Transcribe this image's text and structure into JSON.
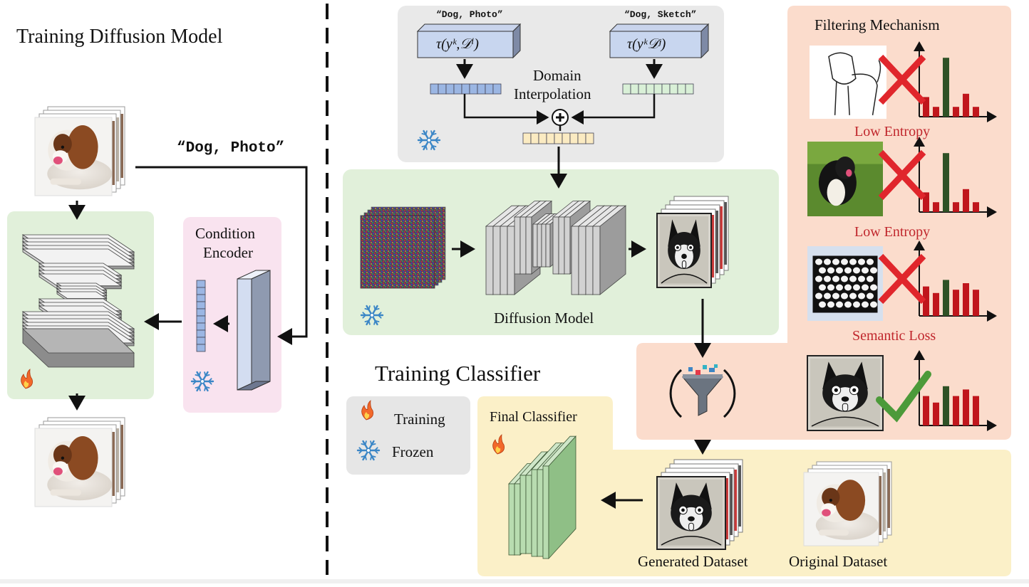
{
  "left": {
    "title": "Training Diffusion Model",
    "prompt": "“Dog, Photo”",
    "encoder_label_line1": "Condition",
    "encoder_label_line2": "Encoder"
  },
  "interp": {
    "prompt_a": "“Dog, Photo”",
    "prompt_b": "“Dog, Sketch”",
    "formula_a": "τ(yᵏ,𝒟ⁱ)",
    "formula_b": "τ(yᵏ𝒟ʲ)",
    "label_line1": "Domain",
    "label_line2": "Interpolation"
  },
  "diffusion": {
    "label": "Diffusion Model"
  },
  "filtering": {
    "title": "Filtering Mechanism",
    "rows": [
      {
        "caption": "Low Entropy",
        "accepted": false,
        "bars": [
          0.3,
          0.15,
          0.9,
          0.15,
          0.35,
          0.15
        ],
        "highlight": 2
      },
      {
        "caption": "Low Entropy",
        "accepted": false,
        "bars": [
          0.3,
          0.15,
          0.9,
          0.15,
          0.35,
          0.15
        ],
        "highlight": 2
      },
      {
        "caption": "Semantic Loss",
        "accepted": false,
        "bars": [
          0.45,
          0.35,
          0.55,
          0.4,
          0.5,
          0.4
        ],
        "highlight": 2
      },
      {
        "caption": "",
        "accepted": true,
        "bars": [
          0.45,
          0.35,
          0.6,
          0.45,
          0.55,
          0.45
        ],
        "highlight": 2
      }
    ]
  },
  "classifier": {
    "title": "Training Classifier",
    "final_label": "Final Classifier",
    "generated_label": "Generated Dataset",
    "original_label": "Original Dataset"
  },
  "legend": {
    "training": "Training",
    "frozen": "Frozen"
  },
  "colors": {
    "green_panel": "#e1f0da",
    "pink_panel": "#f9e3ef",
    "gray_panel": "#e9e9e9",
    "salmon_panel": "#fbdccc",
    "yellow_panel": "#fbf0c8",
    "legend_panel": "#e6e6e6",
    "bar_red": "#c0161c",
    "bar_green": "#2f5226",
    "cross_red": "#e0262c",
    "check_green": "#4c9a3a",
    "caption_red": "#c0262c",
    "snow_blue": "#3b86c6",
    "vec_blue": "#c8d6ef",
    "vec_green": "#d9f0d7",
    "vec_yellow": "#fbebc2"
  }
}
